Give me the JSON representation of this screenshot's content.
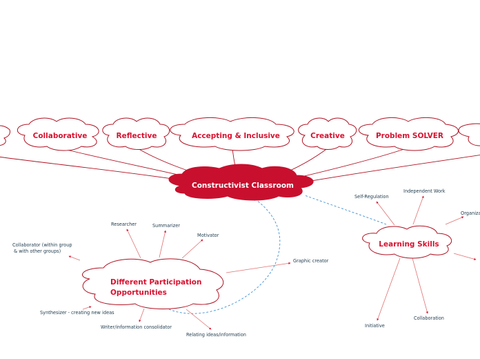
{
  "central_topic": {
    "label": "Constructivist Classroom"
  },
  "top_traits": [
    {
      "label": ""
    },
    {
      "label": "Collaborative"
    },
    {
      "label": "Reflective"
    },
    {
      "label": "Accepting & Inclusive"
    },
    {
      "label": "Creative"
    },
    {
      "label": "Problem SOLVER"
    },
    {
      "label": ""
    }
  ],
  "participation": {
    "label_line1": "Different Participation",
    "label_line2": "Opportunities",
    "roles": [
      {
        "label": "Researcher"
      },
      {
        "label": "Summarizer"
      },
      {
        "label": "Motivator"
      },
      {
        "label": "Collaborator (within group"
      },
      {
        "label": "& with other groups)"
      },
      {
        "label": "Graphic creator"
      },
      {
        "label": "Synthesizer - creating new ideas"
      },
      {
        "label": "Writer/information consolidator"
      },
      {
        "label": "Relating ideas/information"
      }
    ]
  },
  "learning_skills": {
    "label": "Learning Skills",
    "skills": [
      {
        "label": "Self-Regulation"
      },
      {
        "label": "Independent Work"
      },
      {
        "label": "Organiza"
      },
      {
        "label": "Initiative"
      },
      {
        "label": "Collaboration"
      }
    ]
  },
  "colors": {
    "cloud_stroke": "#b01020",
    "center_fill": "#c8102e",
    "branch_line": "#b01020",
    "leaf_line": "#e07070",
    "dashed_link": "#3b8fd8",
    "leaf_text": "#1e3a4c"
  }
}
